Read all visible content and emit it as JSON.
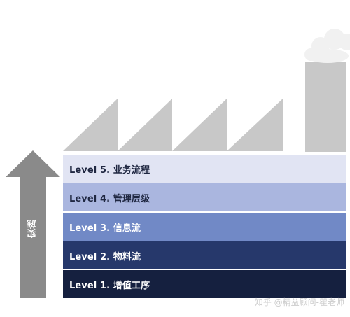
{
  "diagram": {
    "arrow": {
      "label": "实施",
      "color": "#8a8a8a"
    },
    "factory_color": "#c8c8c8",
    "levels": [
      {
        "label": "Level 5. 业务流程",
        "bg": "#e1e4f3",
        "text_color": "#1f2741"
      },
      {
        "label": "Level 4. 管理层级",
        "bg": "#aab6df",
        "text_color": "#1f2741"
      },
      {
        "label": "Level 3. 信息流",
        "bg": "#7189c6",
        "text_color": "#ffffff"
      },
      {
        "label": "Level 2. 物料流",
        "bg": "#26386b",
        "text_color": "#ffffff"
      },
      {
        "label": "Level 1. 增值工序",
        "bg": "#15203f",
        "text_color": "#ffffff"
      }
    ]
  },
  "watermark": {
    "text": "知乎 @精益顾问-瞿老师"
  }
}
